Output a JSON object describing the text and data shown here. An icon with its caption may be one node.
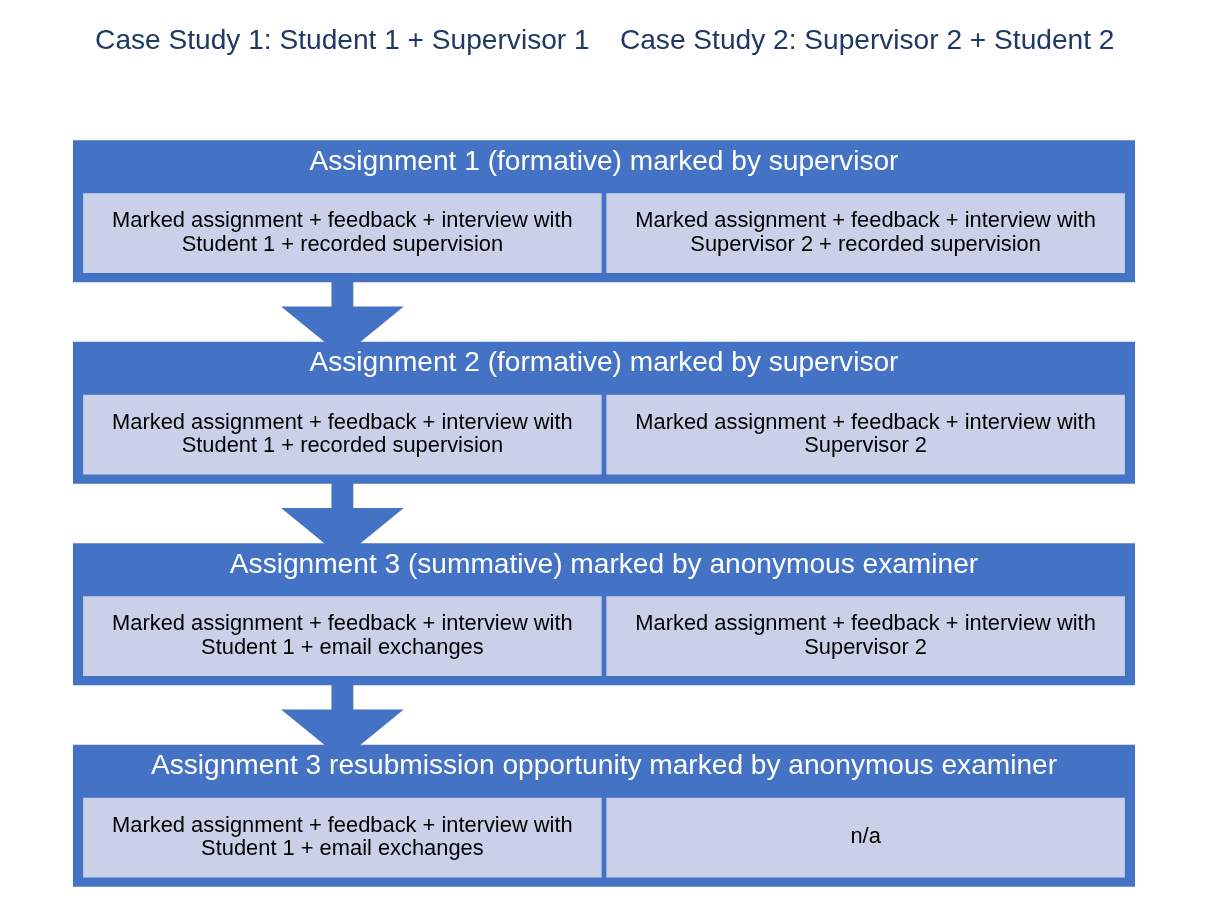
{
  "diagram": {
    "nodes": [
      {
        "text": [
          "Assignment 1 (formative) marked by supervisor"
        ]
      },
      {
        "text": [
          "Marked assignment + feedback + interview with Student 1 + recorded supervision"
        ],
        "in": 0
      },
      {
        "text": [
          "Marked assignment + feedback + interview with Supervisor 2 + recorded supervision"
        ],
        "in": 0
      },
      {
        "text": [
          "Assignment 2 (formative) marked by supervisor"
        ]
      },
      {
        "text": [
          "Marked assignment + feedback + interview with Student 1 + recorded supervision"
        ],
        "in": 3
      },
      {
        "text": [
          "Marked assignment + feedback + interview with Supervisor 2"
        ],
        "in": 3
      },
      {
        "text": [
          "Assignment 3 (summative) marked by anonymous examiner"
        ]
      },
      {
        "text": [
          "Marked assignment + feedback + interview with Student 1 + email exchanges"
        ],
        "in": 6
      },
      {
        "text": [
          "Marked assignment + feedback + interview with Supervisor 2"
        ],
        "in": 6
      },
      {
        "text": [
          "Assignment 3 resubmission opportunity marked by anonymous examiner"
        ]
      },
      {
        "text": [
          "Marked assignment + feedback + interview with Student 1 + email exchanges"
        ],
        "in": 9
      },
      {
        "text": [
          "n/a"
        ],
        "in": 9
      }
    ],
    "edges": [
      {
        "from": 0,
        "to": 3,
        "arrow": "to"
      },
      {
        "from": 3,
        "to": 6,
        "arrow": "to"
      },
      {
        "from": 6,
        "to": 9,
        "arrow": "to"
      }
    ],
    "labels": [
      "Case Study 1: Student 1 + Supervisor 1",
      "Case Study 2: Supervisor 2 + Student 2"
    ]
  }
}
